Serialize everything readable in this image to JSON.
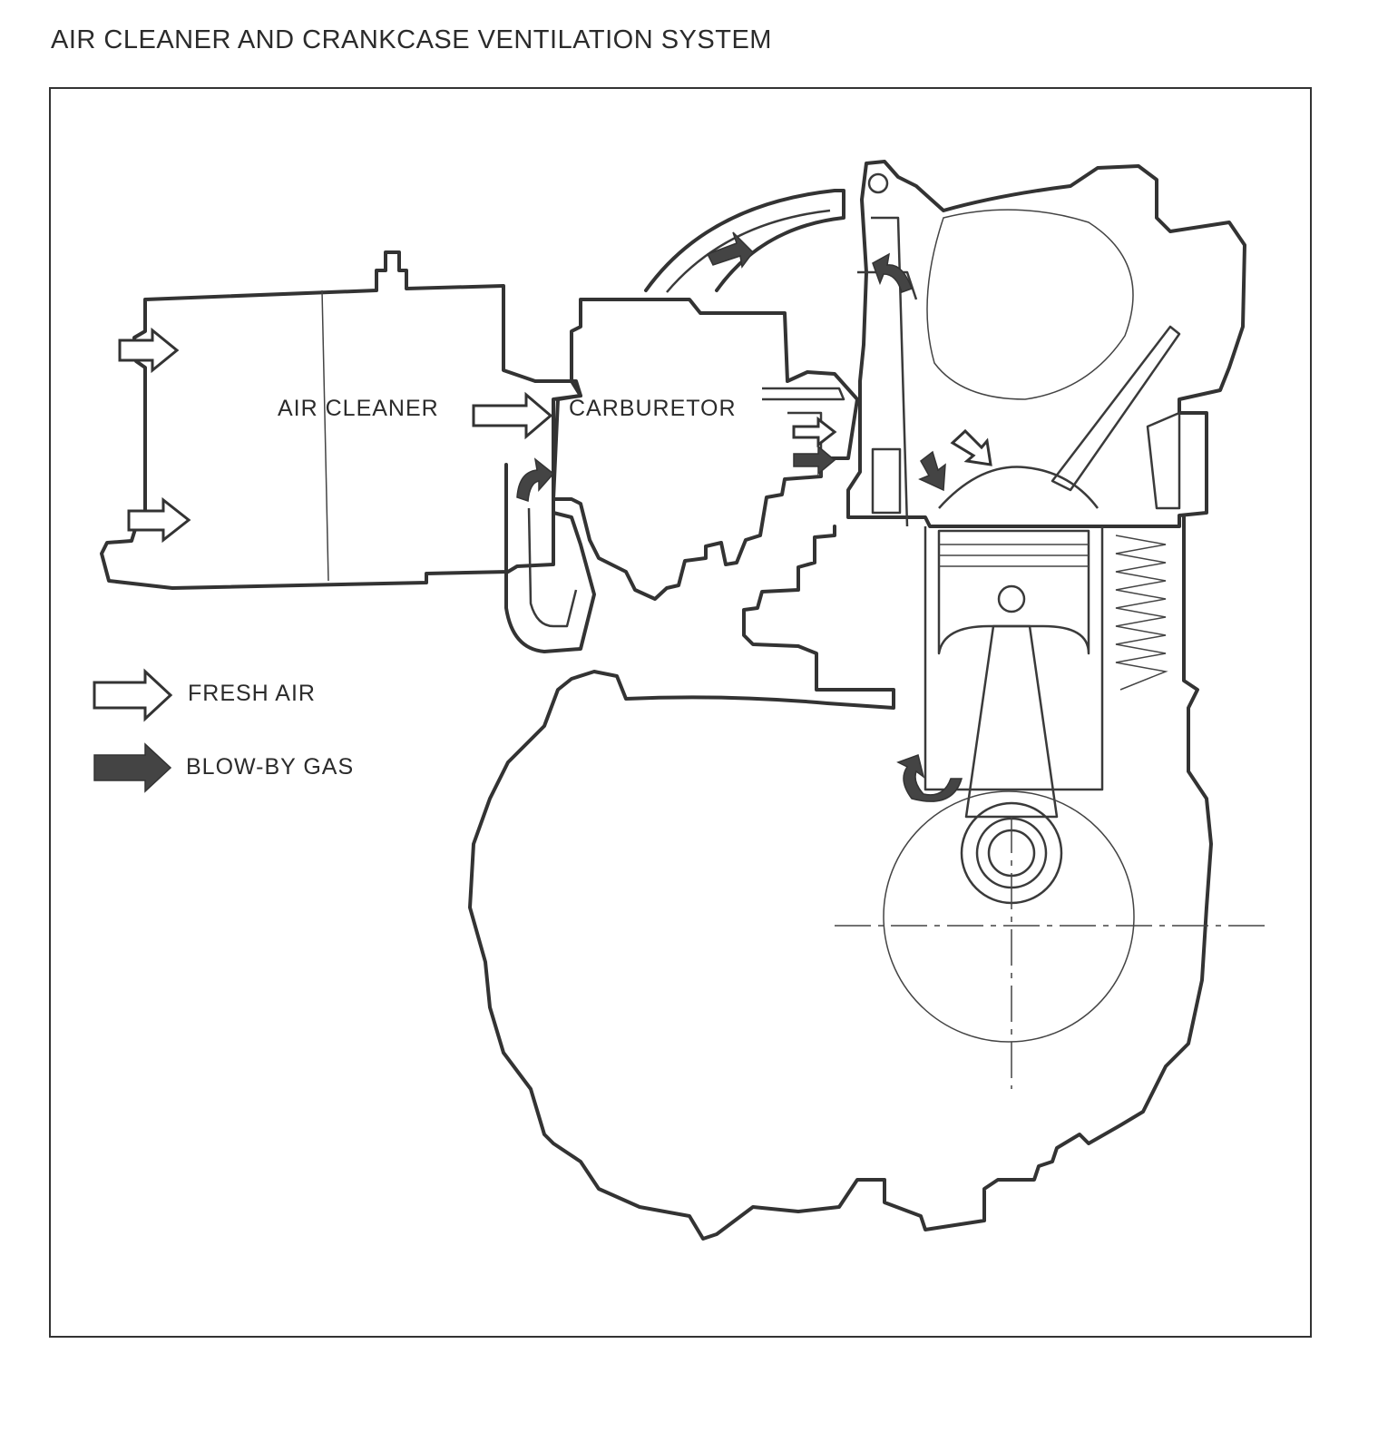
{
  "title": "AIR CLEANER AND CRANKCASE VENTILATION SYSTEM",
  "labels": {
    "air_cleaner": "AIR CLEANER",
    "carburetor": "CARBURETOR"
  },
  "legend": {
    "fresh_air": "FRESH AIR",
    "blow_by_gas": "BLOW-BY GAS"
  },
  "colors": {
    "line": "#333333",
    "blow_by_fill": "#444444",
    "fresh_air_fill": "#ffffff",
    "background": "#ffffff"
  }
}
